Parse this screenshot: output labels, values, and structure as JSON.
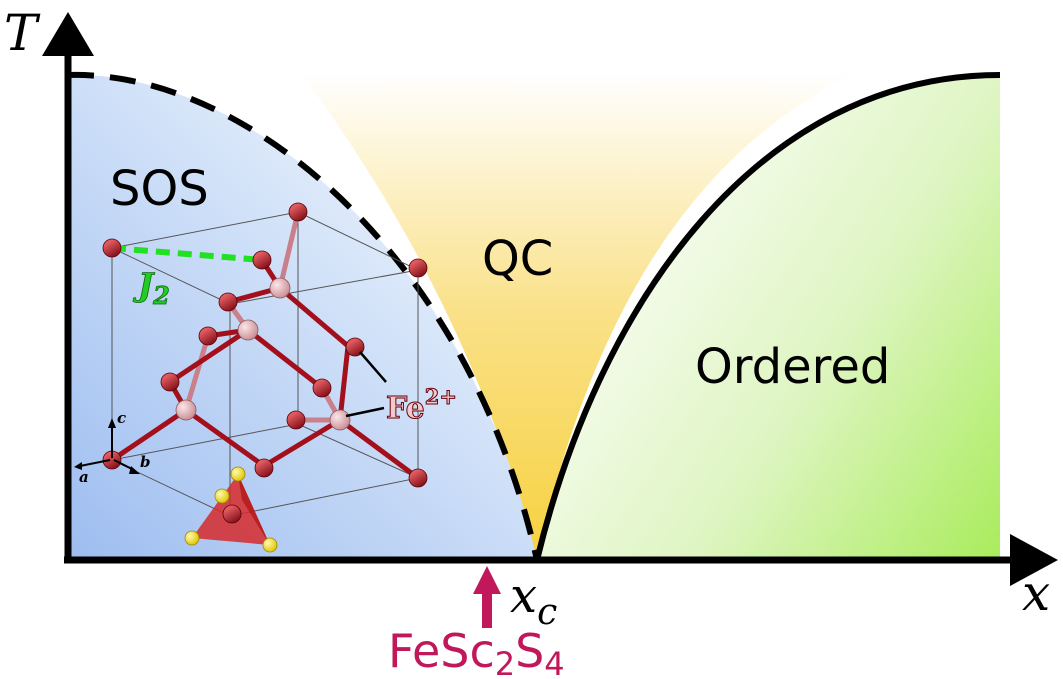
{
  "axes": {
    "y_label": "T",
    "x_label": "x"
  },
  "regions": {
    "sos": "SOS",
    "qc": "QC",
    "ordered": "Ordered"
  },
  "critical_point": {
    "label_main": "x",
    "label_sub": "c"
  },
  "material": {
    "prefix": "FeSc",
    "sub1": "2",
    "mid": "S",
    "sub2": "4"
  },
  "crystal": {
    "coupling_main": "J",
    "coupling_sub": "2",
    "ion_main": "Fe",
    "ion_sup": "2+",
    "axis_a": "a",
    "axis_b": "b",
    "axis_c": "c"
  },
  "colors": {
    "sos_fill": "#a9c6f0",
    "qc_fill": "#f5cf3a",
    "ordered_fill": "#b6ef6a",
    "arrow": "#c0185a",
    "material_text": "#c0185a",
    "j2_dash": "#22e022",
    "fe_atom": "#a3101b",
    "sc_atom": "#e2b0b6",
    "s_atom": "#f4e21a",
    "tetrahedron": "#d62a2a"
  }
}
